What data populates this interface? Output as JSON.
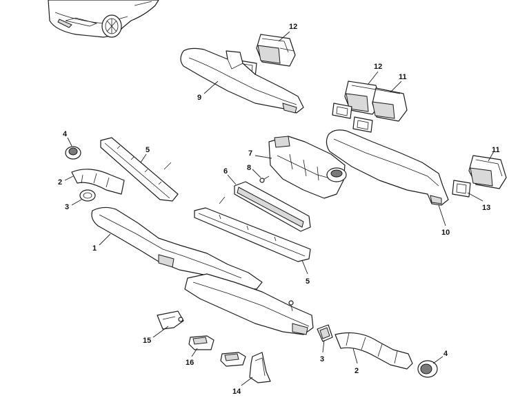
{
  "callouts": [
    {
      "label": "12"
    },
    {
      "label": "9"
    },
    {
      "label": "12"
    },
    {
      "label": "11"
    },
    {
      "label": "4"
    },
    {
      "label": "5"
    },
    {
      "label": "7"
    },
    {
      "label": "8"
    },
    {
      "label": "6"
    },
    {
      "label": "2"
    },
    {
      "label": "3"
    },
    {
      "label": "11"
    },
    {
      "label": "13"
    },
    {
      "label": "10"
    },
    {
      "label": "1"
    },
    {
      "label": "5"
    },
    {
      "label": "15"
    },
    {
      "label": "16"
    },
    {
      "label": "3"
    },
    {
      "label": "2"
    },
    {
      "label": "4"
    },
    {
      "label": "14"
    }
  ]
}
